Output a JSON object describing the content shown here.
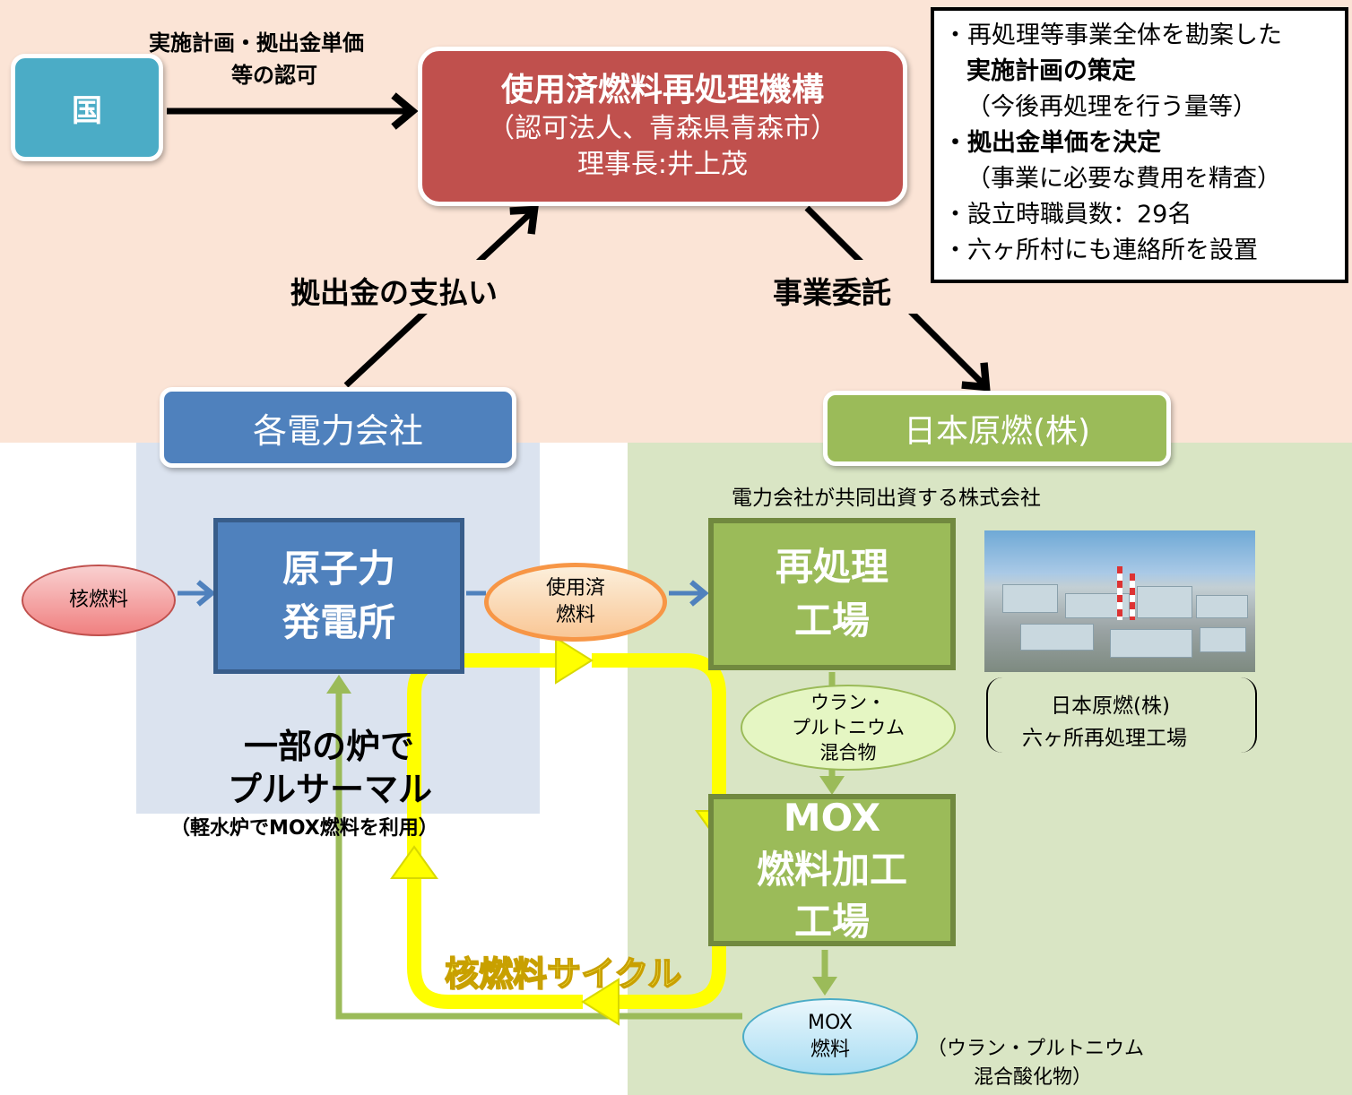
{
  "nodes": {
    "kuni": "国",
    "kiko_title": "使用済燃料再処理機構",
    "kiko_sub": "（認可法人、青森県青森市）",
    "kiko_chair": "理事長:井上茂",
    "denryoku": "各電力会社",
    "jnfl": "日本原燃(株)",
    "jnfl_desc": "電力会社が共同出資する株式会社",
    "genshiryoku_1": "原子力",
    "genshiryoku_2": "発電所",
    "saishori_1": "再処理",
    "saishori_2": "工場",
    "mox_1": "MOX",
    "mox_2": "燃料加工",
    "mox_3": "工場"
  },
  "edges": {
    "ninka_1": "実施計画・拠出金単価",
    "ninka_2": "等の認可",
    "shiharai": "拠出金の支払い",
    "itaku": "事業委託"
  },
  "callout": {
    "l1": "・再処理等事業全体を勘案した",
    "l2": "実施計画の策定",
    "l3": "（今後再処理を行う量等）",
    "l4": "・拠出金単価を決定",
    "l5": "（事業に必要な費用を精査）",
    "l6": "・設立時職員数：29名",
    "l7": "・六ヶ所村にも連絡所を設置"
  },
  "materials": {
    "kaku": "核燃料",
    "shiyou_1": "使用済",
    "shiyou_2": "燃料",
    "uran_1": "ウラン・",
    "uran_2": "プルトニウム",
    "uran_3": "混合物",
    "mox_1": "MOX",
    "mox_2": "燃料",
    "mox_note_1": "（ウラン・プルトニウム",
    "mox_note_2": "混合酸化物）"
  },
  "pluthermal": {
    "l1": "一部の炉で",
    "l2": "プルサーマル",
    "l3": "（軽水炉でMOX燃料を利用）"
  },
  "cycle_label": "核燃料サイクル",
  "photo_caption": {
    "l1": "日本原燃(株)",
    "l2": "六ヶ所再処理工場"
  },
  "colors": {
    "kuni": "#4bacc6",
    "kiko": "#c0504d",
    "denryoku": "#4f81bd",
    "jnfl": "#9bbb59",
    "cycle": "#ffff00"
  }
}
